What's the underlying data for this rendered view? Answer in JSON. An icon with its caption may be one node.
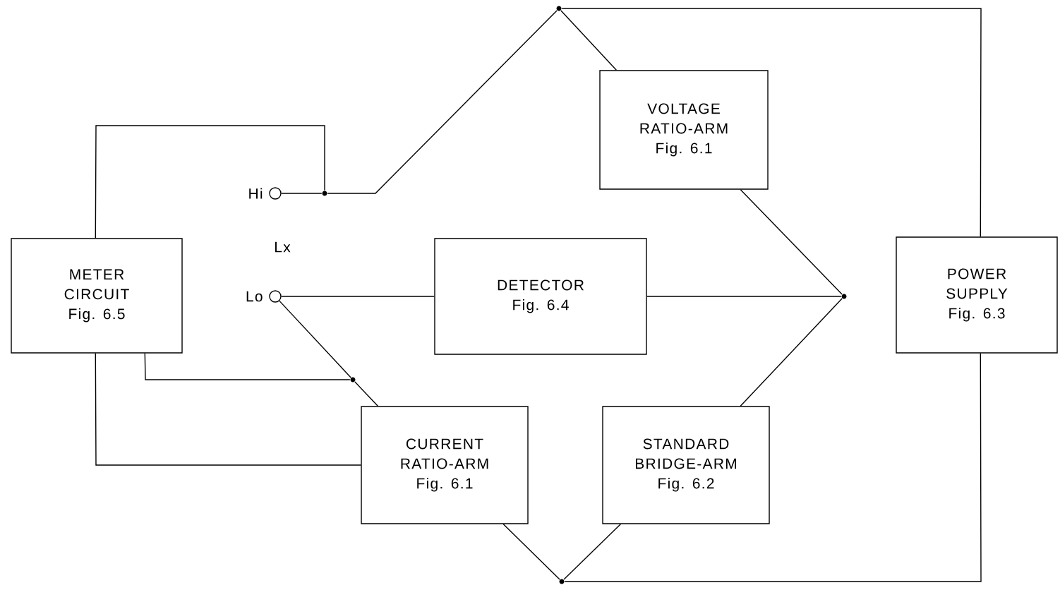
{
  "diagram": {
    "nodes": [
      {
        "text": [
          "METER CIRCUIT",
          "Fig. 6.5"
        ]
      },
      {
        "text": [],
        "shape": "circle",
        "beside": [
          "Hi"
        ]
      },
      {
        "text": [],
        "shape": "circle",
        "beside": [
          "Lo"
        ]
      },
      {
        "text": [],
        "shape": "dot"
      },
      {
        "text": [],
        "shape": "dot"
      },
      {
        "text": [
          "VOLTAGE RATIO-ARM",
          "Fig. 6.1"
        ]
      },
      {
        "text": [
          "DETECTOR",
          "Fig. 6.4"
        ]
      },
      {
        "text": [],
        "shape": "dot"
      },
      {
        "text": [
          "POWER SUPPLY",
          "Fig. 6.3"
        ]
      },
      {
        "text": [],
        "shape": "dot"
      },
      {
        "text": [
          "CURRENT RATIO-ARM",
          "Fig. 6.1"
        ]
      },
      {
        "text": [
          "STANDARD BRIDGE-ARM",
          "Fig. 6.2"
        ]
      },
      {
        "text": [],
        "shape": "dot"
      }
    ],
    "edges": [
      {
        "from": 0,
        "to": 3,
        "arrow": "none"
      },
      {
        "from": 1,
        "to": 3,
        "arrow": "none"
      },
      {
        "from": 3,
        "to": 4,
        "arrow": "none"
      },
      {
        "from": 4,
        "to": 5,
        "arrow": "none"
      },
      {
        "from": 4,
        "to": 8,
        "arrow": "none"
      },
      {
        "from": 5,
        "to": 7,
        "arrow": "none"
      },
      {
        "from": 2,
        "to": 6,
        "arrow": "none"
      },
      {
        "from": 6,
        "to": 7,
        "arrow": "none"
      },
      {
        "from": 7,
        "to": 11,
        "arrow": "none"
      },
      {
        "from": 2,
        "to": 9,
        "arrow": "none"
      },
      {
        "from": 9,
        "to": 10,
        "arrow": "none"
      },
      {
        "from": 0,
        "to": 9,
        "arrow": "none"
      },
      {
        "from": 0,
        "to": 10,
        "arrow": "none"
      },
      {
        "from": 10,
        "to": 12,
        "arrow": "none"
      },
      {
        "from": 11,
        "to": 12,
        "arrow": "none"
      },
      {
        "from": 12,
        "to": 8,
        "arrow": "none"
      }
    ],
    "labels": [
      "Lx"
    ]
  }
}
